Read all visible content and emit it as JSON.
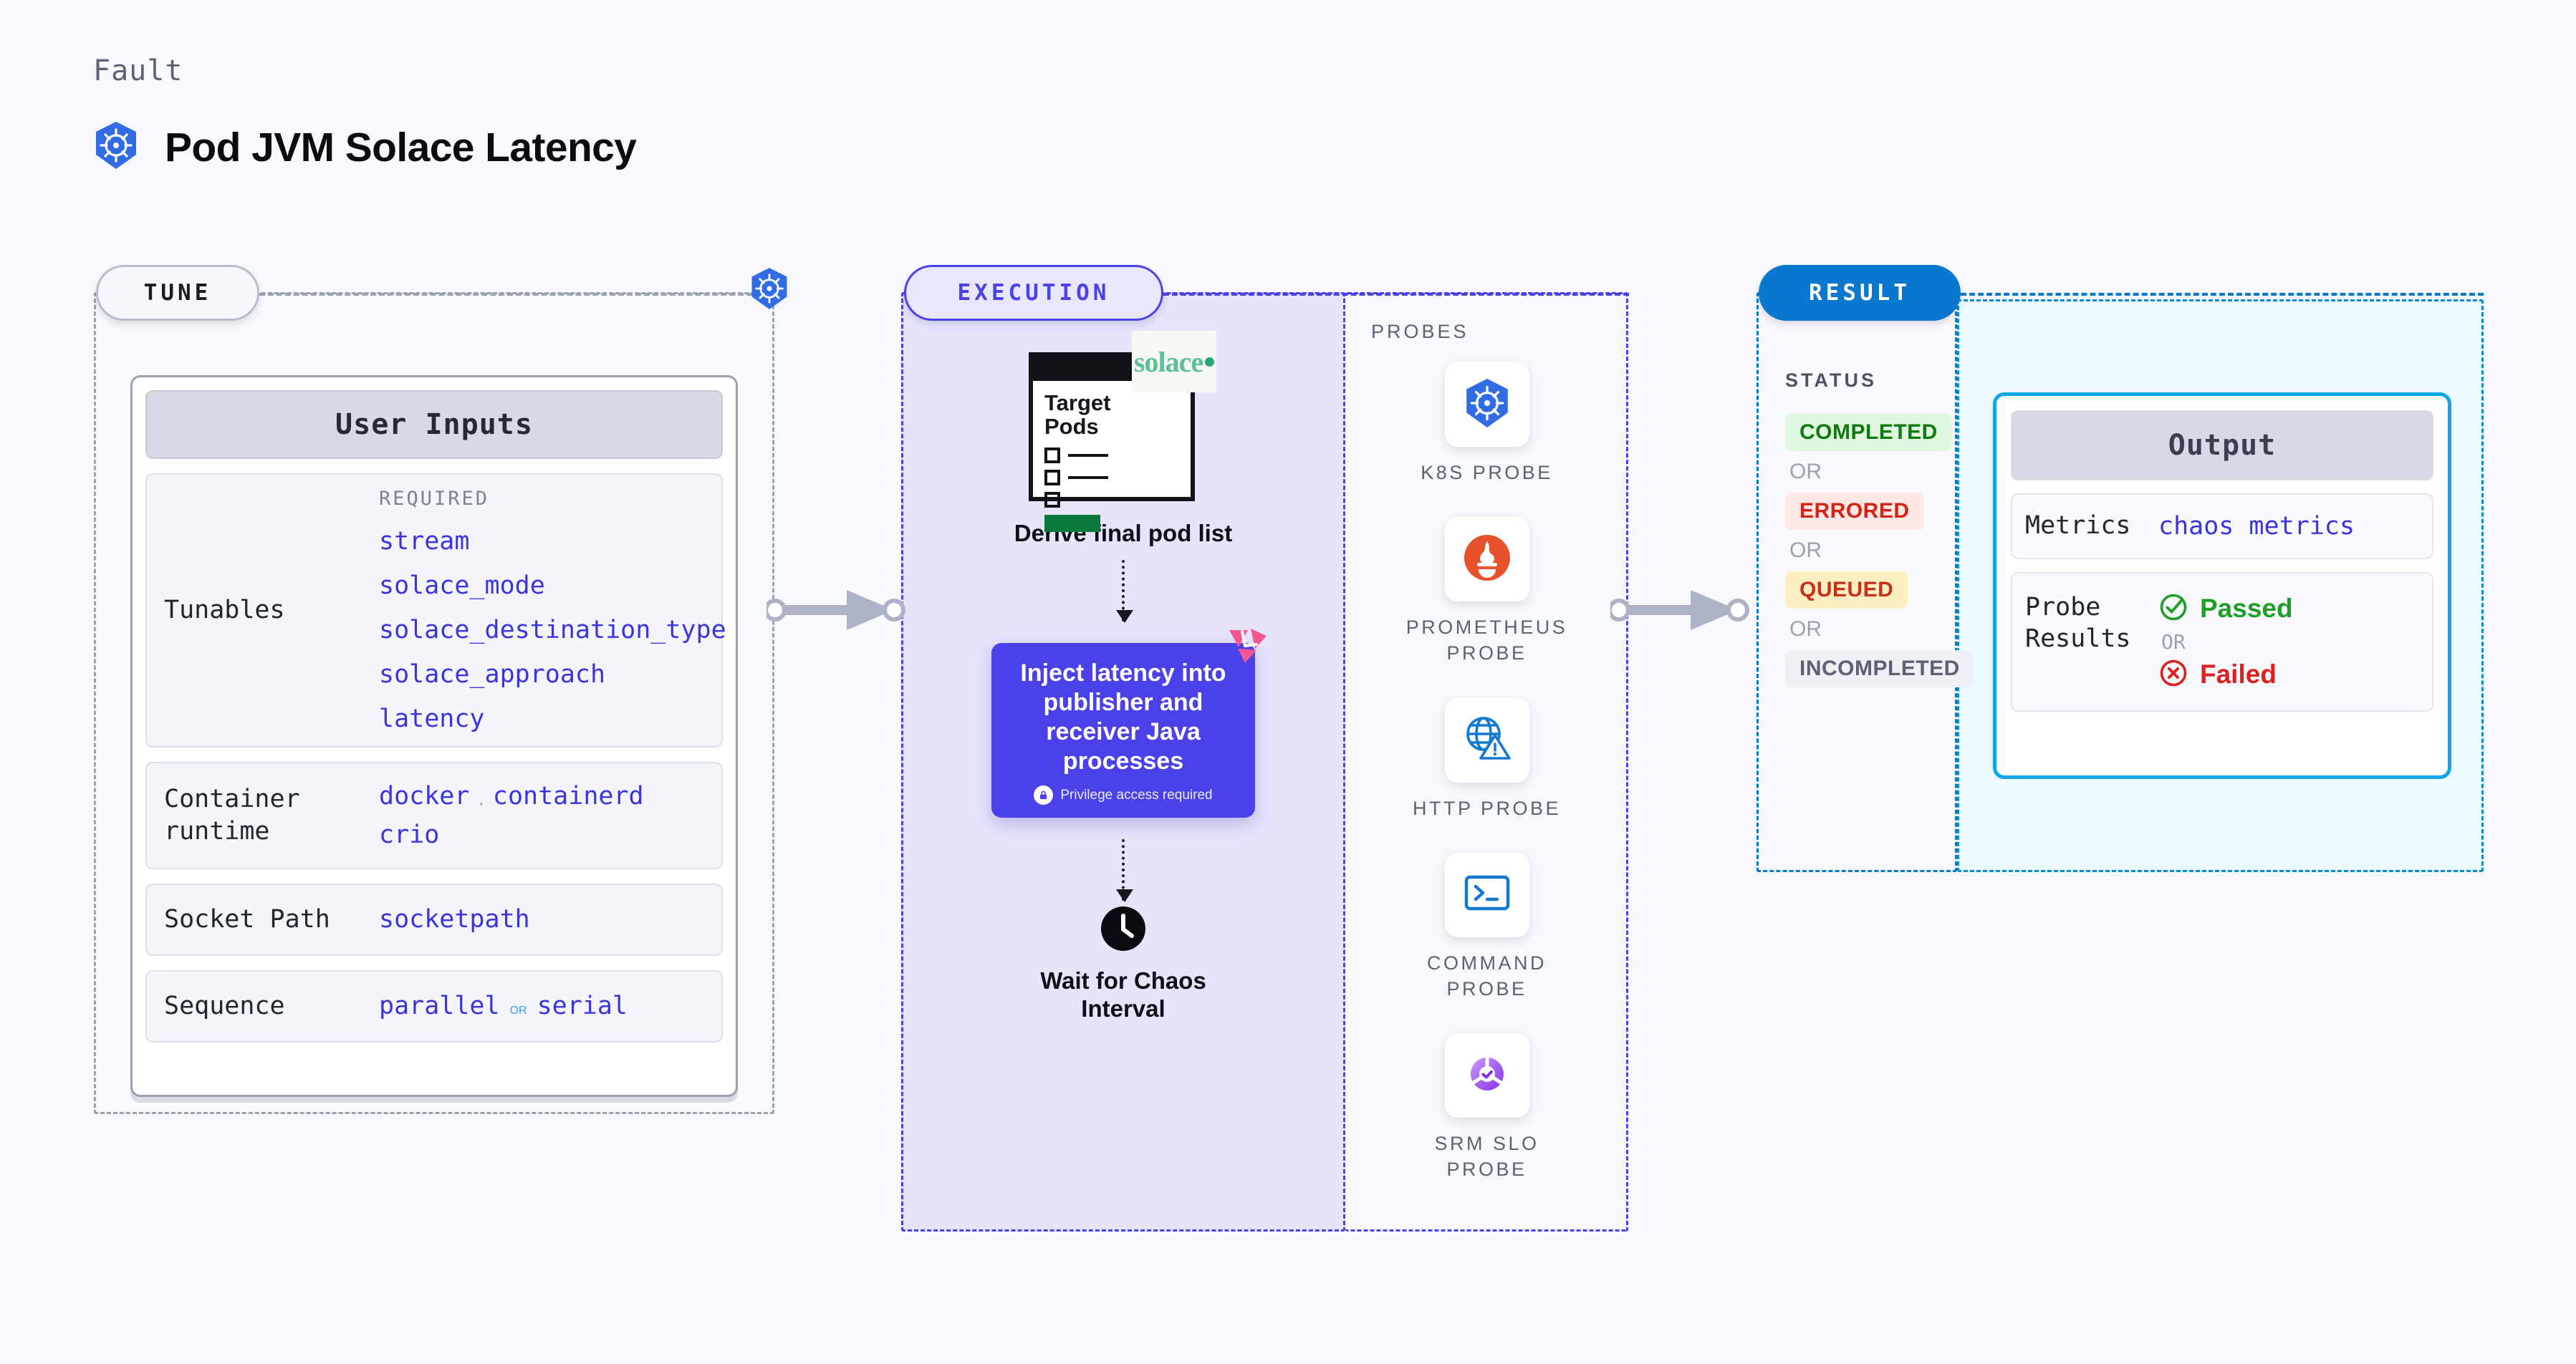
{
  "header": {
    "kicker": "Fault",
    "title": "Pod JVM Solace Latency",
    "icon": "kubernetes-icon"
  },
  "sections": {
    "tune": {
      "label": "TUNE",
      "accent": "#b6bccd"
    },
    "execution": {
      "label": "EXECUTION",
      "accent": "#4b41e8"
    },
    "result": {
      "label": "RESULT",
      "accent": "#0878cf"
    }
  },
  "tune": {
    "card_title": "User Inputs",
    "rows": [
      {
        "label": "Tunables",
        "required_label": "REQUIRED",
        "values": [
          "stream",
          "solace_mode",
          "solace_destination_type",
          "solace_approach",
          "latency"
        ]
      },
      {
        "label": "Container runtime",
        "values": [
          "docker",
          "containerd",
          "crio"
        ],
        "separator": ","
      },
      {
        "label": "Socket Path",
        "values": [
          "socketpath"
        ]
      },
      {
        "label": "Sequence",
        "values": [
          "parallel",
          "serial"
        ],
        "separator": "OR"
      }
    ]
  },
  "execution": {
    "pod_card": {
      "title_line1": "Target",
      "title_line2": "Pods",
      "brand": "solace",
      "checkbox_rows": 3
    },
    "derive_caption": "Derive final pod list",
    "inject_card": {
      "text": "Inject latency into publisher and receiver Java processes",
      "privilege_note": "Privilege access required",
      "badge": "chaos-icon",
      "color": "#4b41e8"
    },
    "wait_caption_line1": "Wait for Chaos",
    "wait_caption_line2": "Interval"
  },
  "probes": {
    "title": "PROBES",
    "items": [
      {
        "name": "K8S PROBE",
        "icon": "kubernetes-icon"
      },
      {
        "name": "PROMETHEUS PROBE",
        "icon": "prometheus-icon"
      },
      {
        "name": "HTTP PROBE",
        "icon": "http-globe-icon"
      },
      {
        "name": "COMMAND PROBE",
        "icon": "terminal-icon"
      },
      {
        "name": "SRM SLO PROBE",
        "icon": "srm-slo-icon"
      }
    ]
  },
  "result": {
    "status_title": "STATUS",
    "or_label": "OR",
    "statuses": [
      {
        "label": "COMPLETED",
        "bg": "#dff7df",
        "fg": "#107a10"
      },
      {
        "label": "ERRORED",
        "bg": "#fde8e6",
        "fg": "#d62316"
      },
      {
        "label": "QUEUED",
        "bg": "#fdeec2",
        "fg": "#c8301a"
      },
      {
        "label": "INCOMPLETED",
        "bg": "#eef0f5",
        "fg": "#5b6275"
      }
    ]
  },
  "output": {
    "title": "Output",
    "metrics_label": "Metrics",
    "metrics_value": "chaos metrics",
    "probe_results_label": "Probe Results",
    "passed_label": "Passed",
    "failed_label": "Failed",
    "or_label": "OR"
  }
}
